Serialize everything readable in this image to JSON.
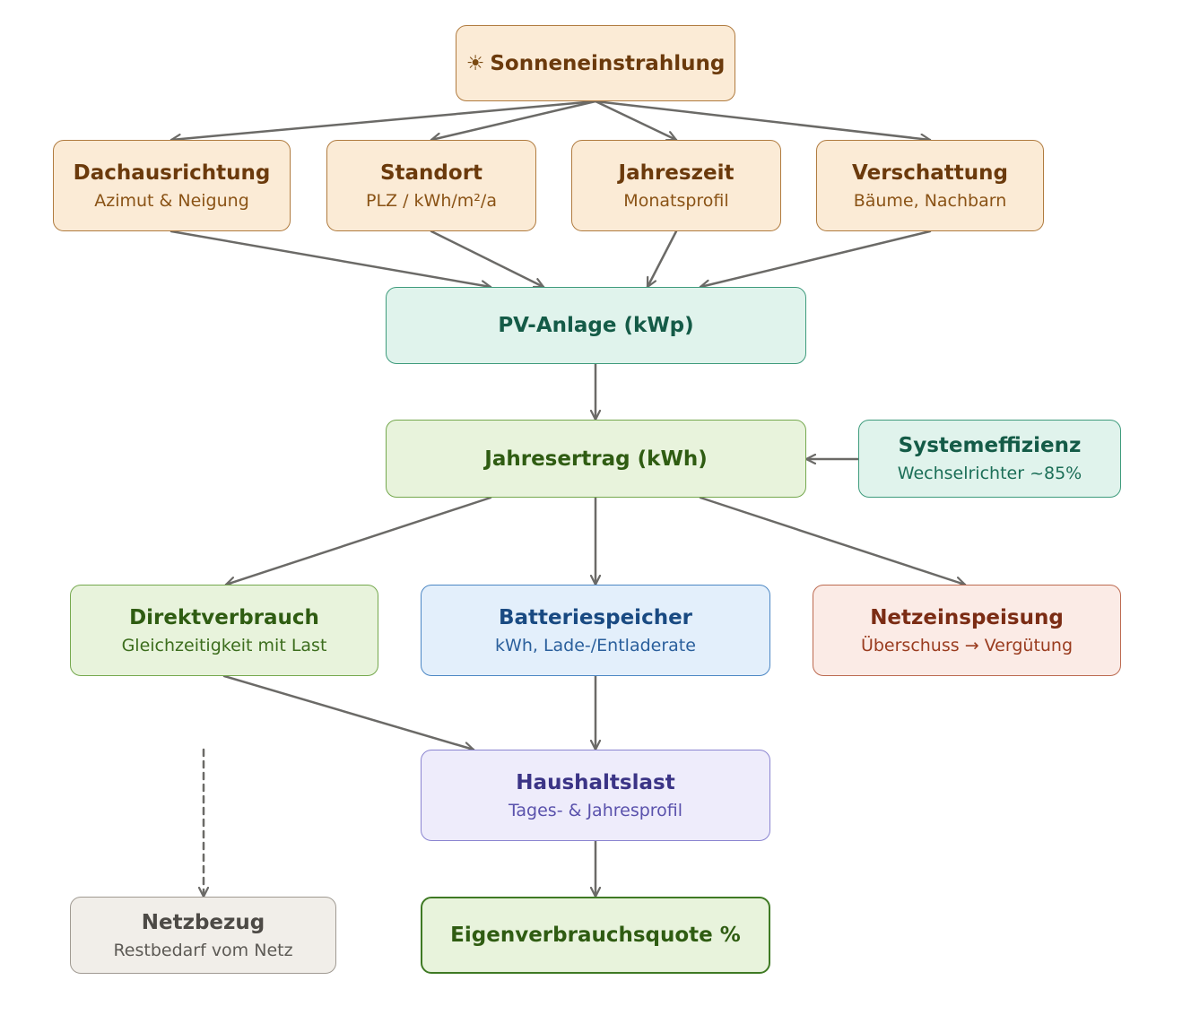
{
  "nodes": {
    "sun": {
      "icon": "☀",
      "title": "Sonneneinstrahlung"
    },
    "roof": {
      "title": "Dachausrichtung",
      "sub": "Azimut & Neigung"
    },
    "location": {
      "title": "Standort",
      "sub": "PLZ / kWh/m²/a"
    },
    "season": {
      "title": "Jahreszeit",
      "sub": "Monatsprofil"
    },
    "shading": {
      "title": "Verschattung",
      "sub": "Bäume, Nachbarn"
    },
    "pv": {
      "title": "PV-Anlage (kWp)"
    },
    "yield": {
      "title": "Jahresertrag (kWh)"
    },
    "efficiency": {
      "title": "Systemeffizienz",
      "sub": "Wechselrichter ~85%"
    },
    "direct": {
      "title": "Direktverbrauch",
      "sub": "Gleichzeitigkeit mit Last"
    },
    "battery": {
      "title": "Batteriespeicher",
      "sub": "kWh, Lade-/Entladerate"
    },
    "feedin": {
      "title": "Netzeinspeisung",
      "sub": "Überschuss → Vergütung"
    },
    "household": {
      "title": "Haushaltslast",
      "sub": "Tages- & Jahresprofil"
    },
    "grid": {
      "title": "Netzbezug",
      "sub": "Restbedarf vom Netz"
    },
    "quota": {
      "title": "Eigenverbrauchsquote %"
    }
  },
  "colors": {
    "edge": "#6b6a67",
    "warm": "#fbebd6",
    "teal": "#e0f3ec",
    "green": "#e8f3dc",
    "blue": "#e3effb",
    "red": "#fbebe6",
    "purple": "#eeecfb",
    "gray": "#f1eee9"
  }
}
